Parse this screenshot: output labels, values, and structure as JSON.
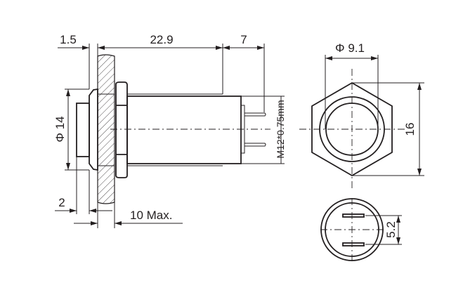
{
  "side_view": {
    "dim_flange_thickness": "1.5",
    "dim_body_length": "22.9",
    "dim_pin_length": "7",
    "dim_flange_diameter": "Φ 14",
    "dim_thread": "M12*0.75mm",
    "dim_button_height": "2",
    "dim_panel_thickness": "10 Max."
  },
  "front_view": {
    "dim_button_diameter": "Φ 9.1",
    "dim_hex_size": "16"
  },
  "rear_view": {
    "dim_pin_spacing": "5.2"
  }
}
